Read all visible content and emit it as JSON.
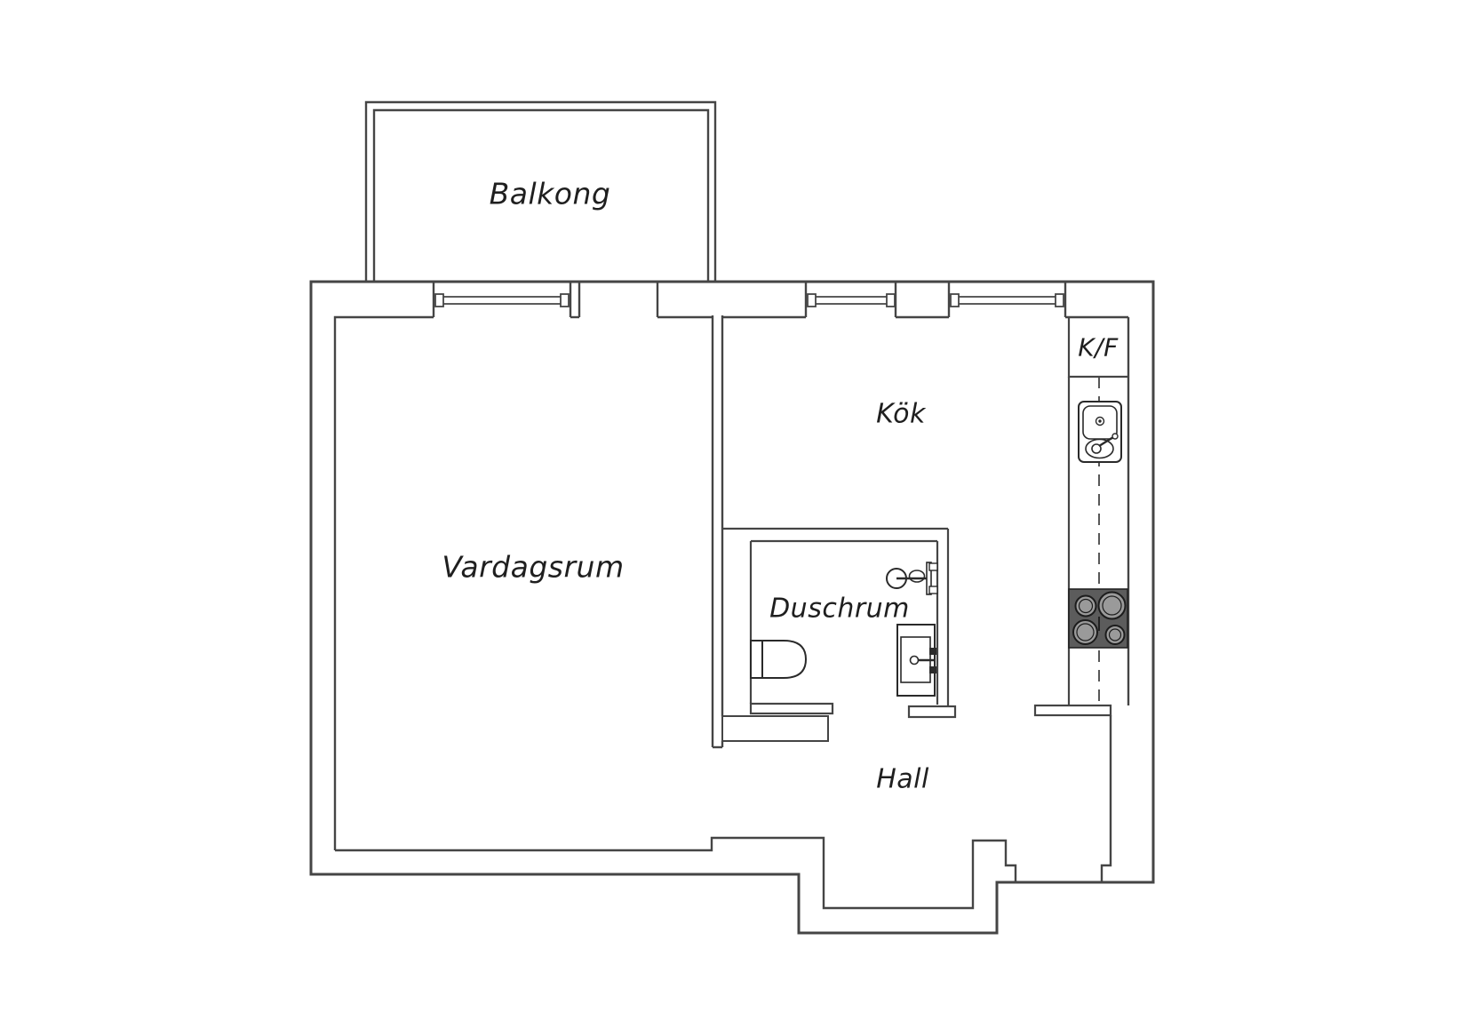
{
  "floorplan": {
    "rooms": {
      "balcony": {
        "label": "Balkong"
      },
      "living_room": {
        "label": "Vardagsrum"
      },
      "kitchen": {
        "label": "Kök"
      },
      "shower_room": {
        "label": "Duschrum"
      },
      "hall": {
        "label": "Hall"
      },
      "fridge_freezer": {
        "label": "K/F"
      }
    },
    "colors": {
      "background": "#ffffff",
      "wall_line": "#454545",
      "stove_body": "#5c5c5c",
      "burner_fill": "#9a9a9a",
      "label_text": "#1f1f1f"
    }
  }
}
